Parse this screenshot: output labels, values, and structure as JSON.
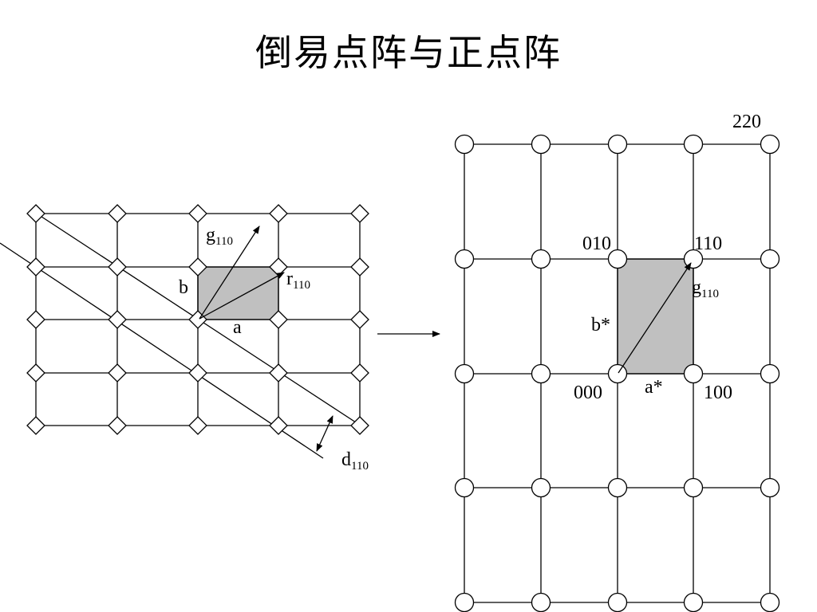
{
  "title": "倒易点阵与正点阵",
  "colors": {
    "cell_fill": "#c0c0c0",
    "line": "#000000",
    "background": "#ffffff"
  },
  "direct_lattice": {
    "node_shape": "diamond",
    "labels": {
      "a": "a",
      "b": "b",
      "r": "r",
      "r_sub": "110",
      "g": "g",
      "g_sub": "110",
      "d": "d",
      "d_sub": "110"
    }
  },
  "reciprocal_lattice": {
    "node_shape": "circle",
    "labels": {
      "p000": "000",
      "p100": "100",
      "p010": "010",
      "p110": "110",
      "p220": "220",
      "a_star": "a*",
      "b_star": "b*",
      "g": "g",
      "g_sub": "110"
    }
  }
}
